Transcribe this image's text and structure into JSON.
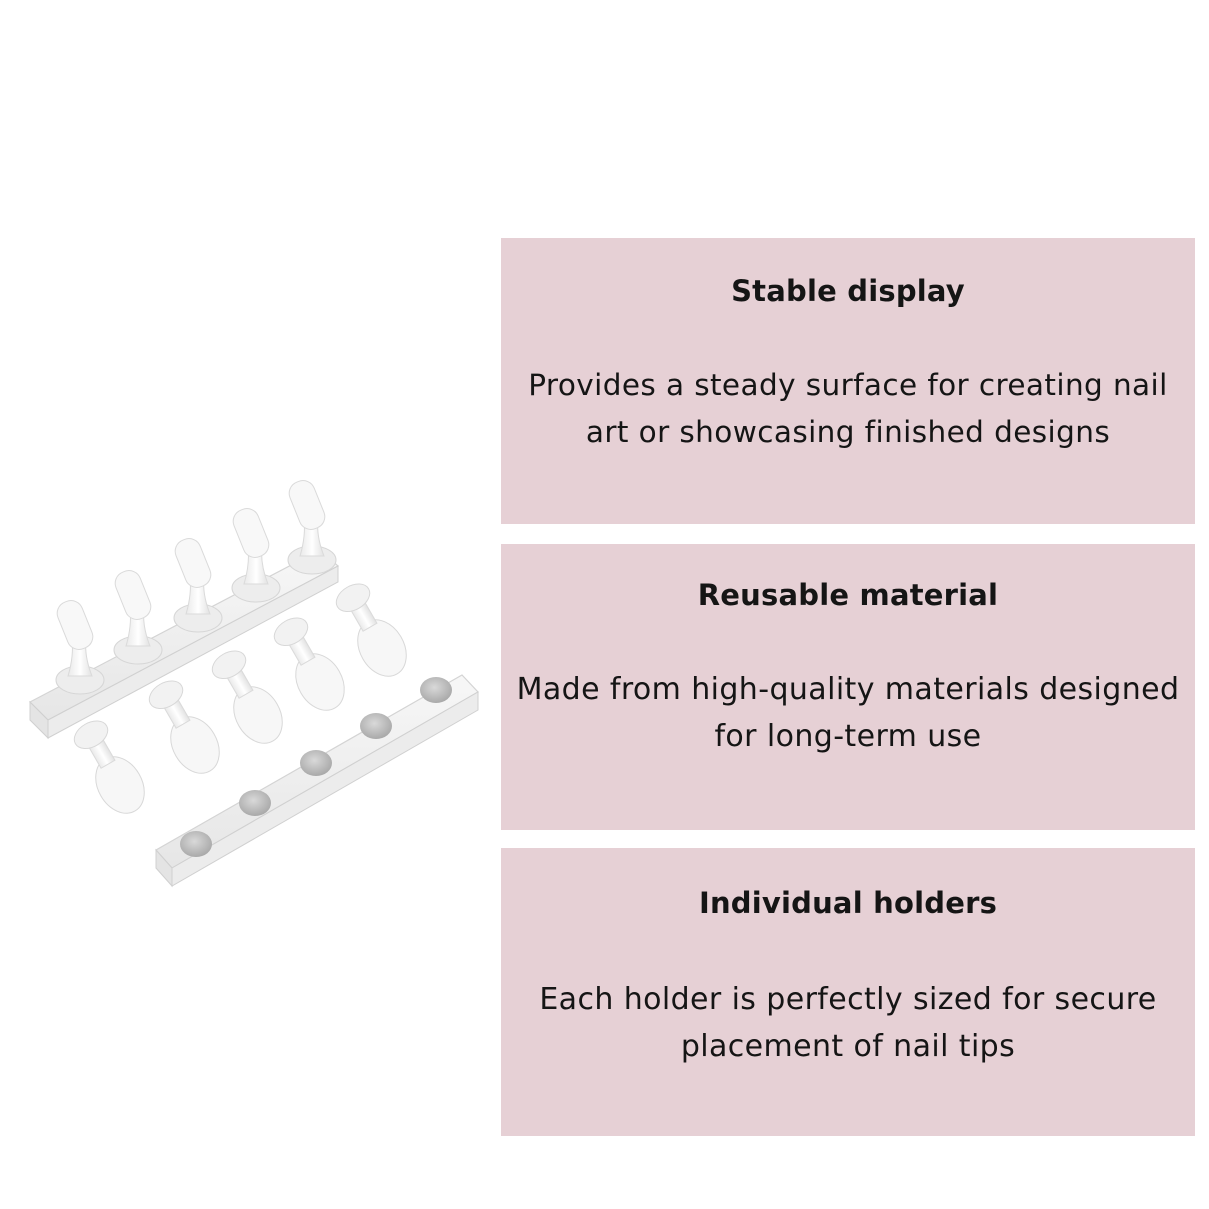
{
  "features": [
    {
      "title": "Stable display",
      "description": "Provides a steady surface for creating nail art or showcasing finished designs"
    },
    {
      "title": "Reusable material",
      "description": "Made from high-quality materials designed for long-term use"
    },
    {
      "title": "Individual holders",
      "description": "Each holder is perfectly sized for secure placement of nail tips"
    }
  ],
  "colors": {
    "card_background": "#e6d0d5",
    "text": "#151515",
    "page_background": "#ffffff"
  },
  "image": {
    "subject": "white magnetic nail tip holders on clear acrylic bases"
  }
}
